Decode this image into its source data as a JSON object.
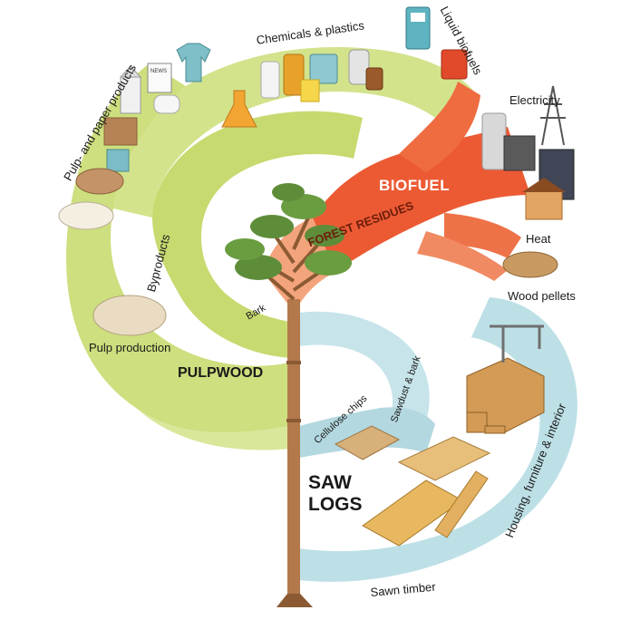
{
  "labels": {
    "chemicals": "Chemicals & plastics",
    "liquid_biofuels": "Liquid biofuels",
    "pulp_paper": "Pulp- and paper products",
    "electricity": "Electricity",
    "biofuel": "BIOFUEL",
    "forest_residues": "FOREST RESIDUES",
    "heat": "Heat",
    "byproducts": "Byproducts",
    "wood_pellets": "Wood pellets",
    "bark": "Bark",
    "pulp_production": "Pulp production",
    "pulpwood": "PULPWOOD",
    "cellulose_chips": "Cellulose chips",
    "sawdust_bark": "Sawdust & bark",
    "housing": "Housing, furniture & interior",
    "saw": "SAW",
    "logs": "LOGS",
    "sawn_timber": "Sawn timber",
    "news": "NEWS"
  },
  "colors": {
    "green_flow": "#c9dc74",
    "green_light": "#d7e694",
    "red_flow": "#ec5b36",
    "orange_flow": "#f2a377",
    "blue_flow": "#b8dde4",
    "trunk": "#b07a4f",
    "foliage": "#5f8f3a"
  }
}
